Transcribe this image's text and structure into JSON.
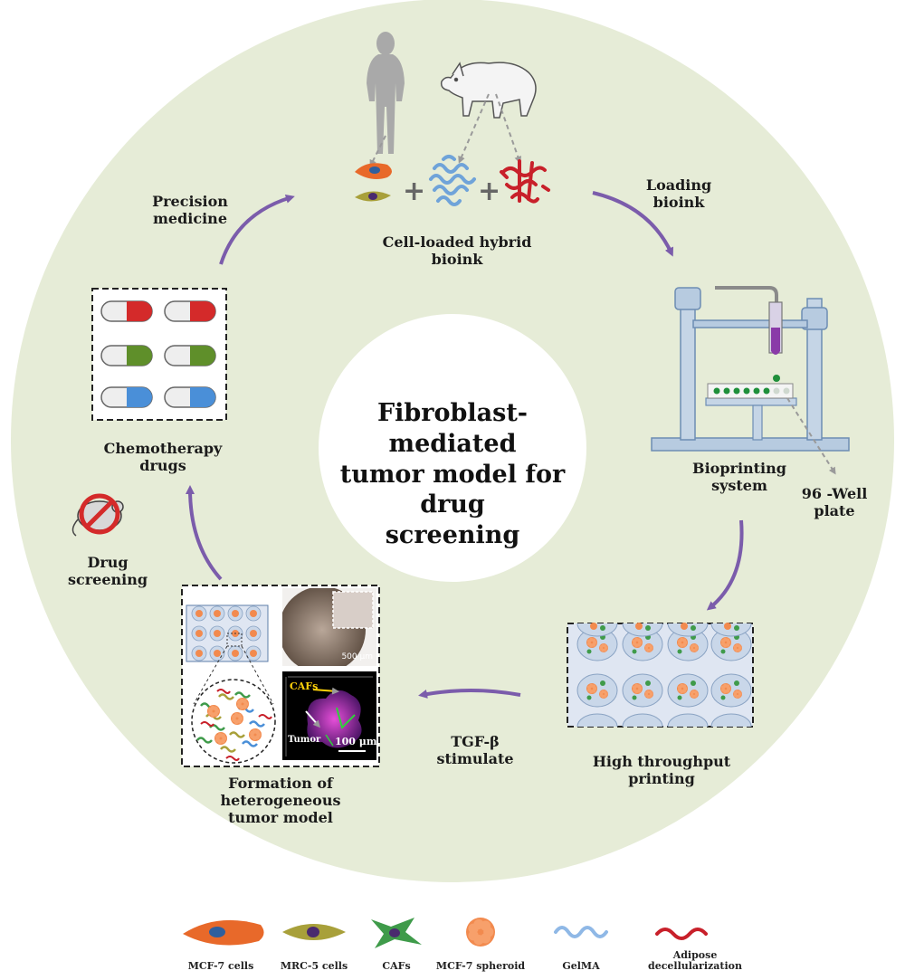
{
  "diagram": {
    "center_title": [
      "Fibroblast-mediated",
      "tumor model for drug",
      "screening"
    ],
    "steps": {
      "bioink": [
        "Cell-loaded hybrid",
        "bioink"
      ],
      "loading": [
        "Loading",
        "bioink"
      ],
      "bioprinting": [
        "Bioprinting",
        "system"
      ],
      "well_plate": [
        "96 -Well",
        "plate"
      ],
      "high_throughput": [
        "High throughput",
        "printing"
      ],
      "tgf": [
        "TGF-β",
        "stimulate"
      ],
      "formation": [
        "Formation of",
        "heterogeneous",
        "tumor model"
      ],
      "drug_screening": [
        "Drug",
        "screening"
      ],
      "chemo": [
        "Chemotherapy",
        "drugs"
      ],
      "precision": [
        "Precision",
        "medicine"
      ]
    },
    "micrograph_labels": {
      "scale_top": "500 μm",
      "cafs": "CAFs",
      "tumor": "Tumor",
      "scale_bottom": "100 μm"
    },
    "legend": {
      "mcf7": "MCF-7 cells",
      "mrc5": "MRC-5 cells",
      "cafs": "CAFs",
      "spheroid": "MCF-7 spheroid",
      "gelma": "GelMA",
      "adipose": [
        "Adipose",
        "decellularization"
      ]
    },
    "colors": {
      "ring": "#e6ecd7",
      "arrow": "#7b5cab",
      "mcf7": "#e8692a",
      "mrc5": "#a8a03a",
      "cafs": "#3f9b4a",
      "spheroid": "#f28a4e",
      "gelma": "#8fb8e6",
      "adipose": "#c8202a"
    },
    "icons": [
      "human-silhouette-icon",
      "pig-icon",
      "capsule-icon",
      "no-mouse-icon",
      "bioprinter-icon",
      "well-plate-icon",
      "micrograph-icon"
    ]
  }
}
